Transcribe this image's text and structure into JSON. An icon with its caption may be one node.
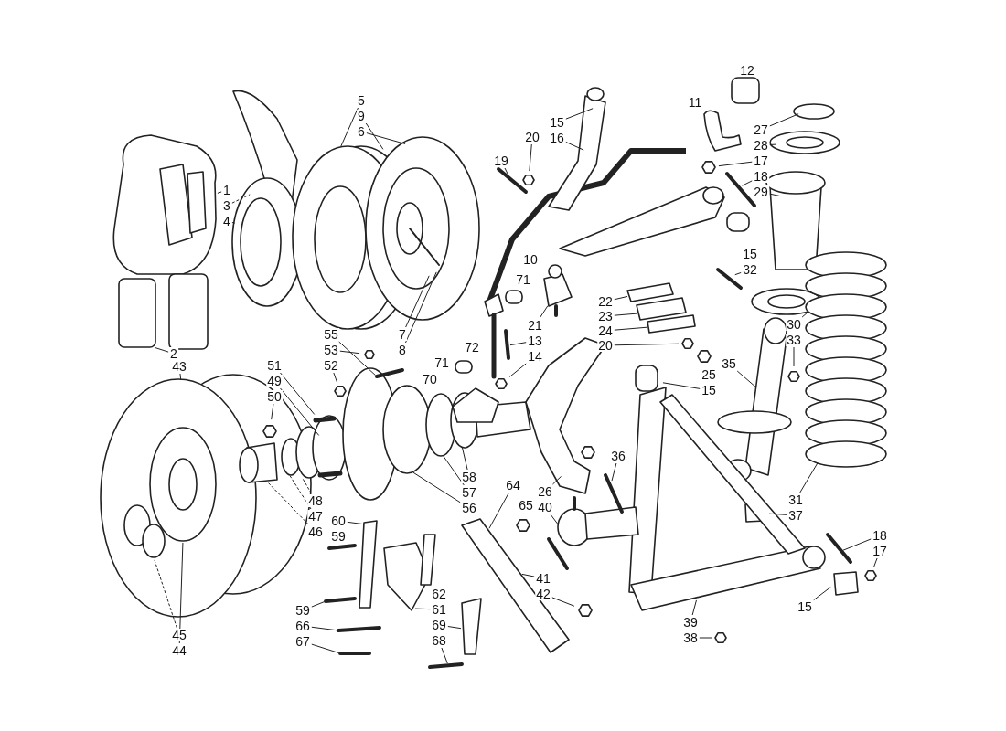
{
  "diagram": {
    "nodes": [
      {
        "text": [
          "12"
        ]
      },
      {
        "text": [
          "11"
        ]
      },
      {
        "text": [
          "5"
        ]
      },
      {
        "text": [
          "9"
        ]
      },
      {
        "text": [
          "6"
        ]
      },
      {
        "text": [
          "15"
        ]
      },
      {
        "text": [
          "16"
        ]
      },
      {
        "text": [
          "20"
        ]
      },
      {
        "text": [
          "19"
        ]
      },
      {
        "text": [
          "27"
        ]
      },
      {
        "text": [
          "28"
        ]
      },
      {
        "text": [
          "17"
        ]
      },
      {
        "text": [
          "18"
        ]
      },
      {
        "text": [
          "29"
        ]
      },
      {
        "text": [
          "1"
        ]
      },
      {
        "text": [
          "3"
        ]
      },
      {
        "text": [
          "4"
        ]
      },
      {
        "text": [
          "10"
        ]
      },
      {
        "text": [
          "15"
        ]
      },
      {
        "text": [
          "32"
        ]
      },
      {
        "text": [
          "71"
        ]
      },
      {
        "text": [
          "22"
        ]
      },
      {
        "text": [
          "23"
        ]
      },
      {
        "text": [
          "24"
        ]
      },
      {
        "text": [
          "20"
        ]
      },
      {
        "text": [
          "30"
        ]
      },
      {
        "text": [
          "33"
        ]
      },
      {
        "text": [
          "7"
        ]
      },
      {
        "text": [
          "8"
        ]
      },
      {
        "text": [
          "21"
        ]
      },
      {
        "text": [
          "13"
        ]
      },
      {
        "text": [
          "14"
        ]
      },
      {
        "text": [
          "55"
        ]
      },
      {
        "text": [
          "53"
        ]
      },
      {
        "text": [
          "52"
        ]
      },
      {
        "text": [
          "72"
        ]
      },
      {
        "text": [
          "71"
        ]
      },
      {
        "text": [
          "2"
        ]
      },
      {
        "text": [
          "43"
        ]
      },
      {
        "text": [
          "25"
        ]
      },
      {
        "text": [
          "15"
        ]
      },
      {
        "text": [
          "35"
        ]
      },
      {
        "text": [
          "51"
        ]
      },
      {
        "text": [
          "49"
        ]
      },
      {
        "text": [
          "50"
        ]
      },
      {
        "text": [
          "70"
        ]
      },
      {
        "text": [
          "36"
        ]
      },
      {
        "text": [
          "58"
        ]
      },
      {
        "text": [
          "57"
        ]
      },
      {
        "text": [
          "56"
        ]
      },
      {
        "text": [
          "64"
        ]
      },
      {
        "text": [
          "65"
        ]
      },
      {
        "text": [
          "26"
        ]
      },
      {
        "text": [
          "40"
        ]
      },
      {
        "text": [
          "31"
        ]
      },
      {
        "text": [
          "37"
        ]
      },
      {
        "text": [
          "48"
        ]
      },
      {
        "text": [
          "47"
        ]
      },
      {
        "text": [
          "46"
        ]
      },
      {
        "text": [
          "60"
        ]
      },
      {
        "text": [
          "59"
        ]
      },
      {
        "text": [
          "18"
        ]
      },
      {
        "text": [
          "17"
        ]
      },
      {
        "text": [
          "41"
        ]
      },
      {
        "text": [
          "42"
        ]
      },
      {
        "text": [
          "15"
        ]
      },
      {
        "text": [
          "62"
        ]
      },
      {
        "text": [
          "61"
        ]
      },
      {
        "text": [
          "69"
        ]
      },
      {
        "text": [
          "68"
        ]
      },
      {
        "text": [
          "59"
        ]
      },
      {
        "text": [
          "66"
        ]
      },
      {
        "text": [
          "67"
        ]
      },
      {
        "text": [
          "39"
        ]
      },
      {
        "text": [
          "38"
        ]
      },
      {
        "text": [
          "45"
        ]
      },
      {
        "text": [
          "44"
        ]
      }
    ],
    "edges": [
      {
        "from": 2,
        "to": null,
        "arrow": "none"
      },
      {
        "from": 3,
        "to": null,
        "arrow": "none"
      },
      {
        "from": 4,
        "to": null,
        "arrow": "none"
      },
      {
        "from": 5,
        "to": null,
        "arrow": "none"
      },
      {
        "from": 6,
        "to": null,
        "arrow": "none"
      },
      {
        "from": 7,
        "to": null,
        "arrow": "none"
      },
      {
        "from": 8,
        "to": null,
        "arrow": "none"
      },
      {
        "from": 9,
        "to": null,
        "arrow": "none"
      },
      {
        "from": 10,
        "to": null,
        "arrow": "none"
      },
      {
        "from": 11,
        "to": null,
        "arrow": "none"
      },
      {
        "from": 12,
        "to": null,
        "arrow": "none"
      },
      {
        "from": 13,
        "to": null,
        "arrow": "none"
      },
      {
        "from": 14,
        "to": null,
        "arrow": "none"
      },
      {
        "from": 15,
        "to": null,
        "arrow": "none",
        "style": "dashed"
      },
      {
        "from": 16,
        "to": null,
        "arrow": "none",
        "style": "dashed"
      },
      {
        "from": 19,
        "to": null,
        "arrow": "none"
      },
      {
        "from": 21,
        "to": null,
        "arrow": "none"
      },
      {
        "from": 22,
        "to": null,
        "arrow": "none"
      },
      {
        "from": 23,
        "to": null,
        "arrow": "none"
      },
      {
        "from": 24,
        "to": null,
        "arrow": "none"
      },
      {
        "from": 25,
        "to": null,
        "arrow": "none"
      },
      {
        "from": 26,
        "to": null,
        "arrow": "none"
      },
      {
        "from": 27,
        "to": null,
        "arrow": "none"
      },
      {
        "from": 28,
        "to": null,
        "arrow": "none"
      },
      {
        "from": 29,
        "to": null,
        "arrow": "none"
      },
      {
        "from": 30,
        "to": null,
        "arrow": "none"
      },
      {
        "from": 31,
        "to": null,
        "arrow": "none"
      },
      {
        "from": 32,
        "to": null,
        "arrow": "none"
      },
      {
        "from": 33,
        "to": null,
        "arrow": "none"
      },
      {
        "from": 34,
        "to": null,
        "arrow": "none"
      },
      {
        "from": 37,
        "to": null,
        "arrow": "none"
      },
      {
        "from": 38,
        "to": null,
        "arrow": "none"
      },
      {
        "from": 40,
        "to": null,
        "arrow": "none"
      },
      {
        "from": 41,
        "to": null,
        "arrow": "none"
      },
      {
        "from": 42,
        "to": null,
        "arrow": "none"
      },
      {
        "from": 43,
        "to": null,
        "arrow": "none"
      },
      {
        "from": 44,
        "to": null,
        "arrow": "none"
      },
      {
        "from": 46,
        "to": null,
        "arrow": "none"
      },
      {
        "from": 47,
        "to": null,
        "arrow": "none"
      },
      {
        "from": 48,
        "to": null,
        "arrow": "none"
      },
      {
        "from": 49,
        "to": null,
        "arrow": "none"
      },
      {
        "from": 50,
        "to": null,
        "arrow": "none"
      },
      {
        "from": 52,
        "to": null,
        "arrow": "none"
      },
      {
        "from": 53,
        "to": null,
        "arrow": "none"
      },
      {
        "from": 54,
        "to": null,
        "arrow": "none"
      },
      {
        "from": 55,
        "to": null,
        "arrow": "none"
      },
      {
        "from": 56,
        "to": null,
        "arrow": "none",
        "style": "dashed"
      },
      {
        "from": 57,
        "to": null,
        "arrow": "none",
        "style": "dashed"
      },
      {
        "from": 58,
        "to": null,
        "arrow": "none",
        "style": "dashed"
      },
      {
        "from": 59,
        "to": null,
        "arrow": "none"
      },
      {
        "from": 61,
        "to": null,
        "arrow": "none"
      },
      {
        "from": 62,
        "to": null,
        "arrow": "none"
      },
      {
        "from": 63,
        "to": null,
        "arrow": "none"
      },
      {
        "from": 64,
        "to": null,
        "arrow": "none"
      },
      {
        "from": 65,
        "to": null,
        "arrow": "none"
      },
      {
        "from": 67,
        "to": null,
        "arrow": "none"
      },
      {
        "from": 68,
        "to": null,
        "arrow": "none"
      },
      {
        "from": 69,
        "to": null,
        "arrow": "none"
      },
      {
        "from": 70,
        "to": null,
        "arrow": "none"
      },
      {
        "from": 71,
        "to": null,
        "arrow": "none"
      },
      {
        "from": 72,
        "to": null,
        "arrow": "none"
      },
      {
        "from": 73,
        "to": null,
        "arrow": "none"
      },
      {
        "from": 74,
        "to": null,
        "arrow": "none"
      },
      {
        "from": 75,
        "to": null,
        "arrow": "none",
        "style": "dashed"
      },
      {
        "from": 76,
        "to": null,
        "arrow": "none"
      }
    ]
  }
}
